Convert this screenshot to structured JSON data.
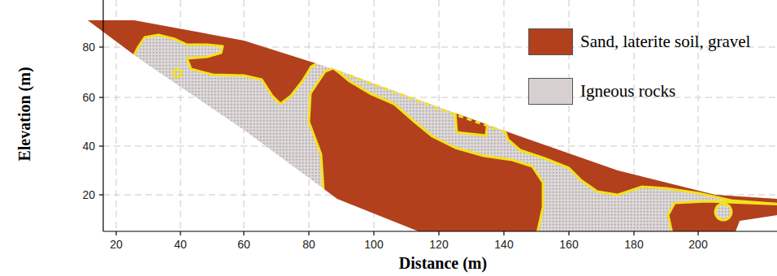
{
  "diagram": {
    "labels": [
      "Elevation (m)",
      "80",
      "60",
      "40",
      "20",
      "20",
      "40",
      "60",
      "80",
      "100",
      "120",
      "140",
      "160",
      "180",
      "200",
      "Distance (m)"
    ],
    "legend": [
      {
        "text": "Sand, laterite soil, gravel",
        "color": "#b2401d"
      },
      {
        "text": "Igneous rocks",
        "color": "#d6d0d0"
      }
    ]
  }
}
